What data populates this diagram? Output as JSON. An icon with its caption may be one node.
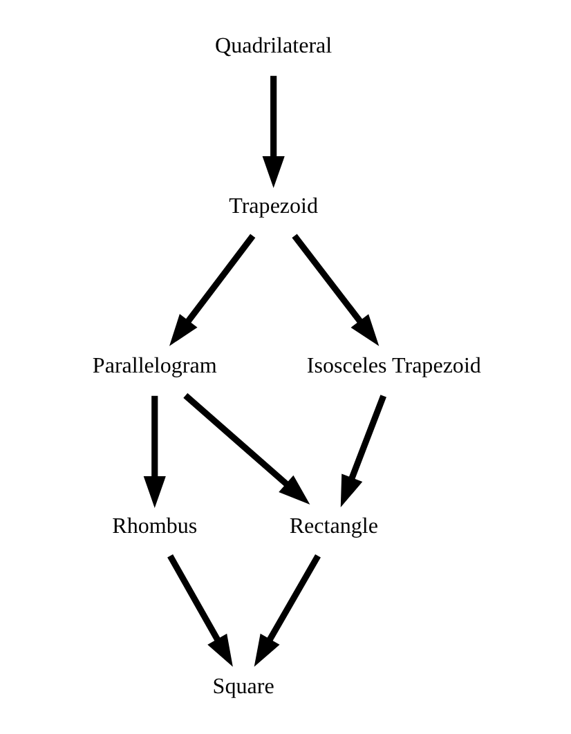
{
  "diagram": {
    "nodes": [
      {
        "text": [
          "Quadrilateral"
        ]
      },
      {
        "text": [
          "Trapezoid"
        ]
      },
      {
        "text": [
          "Parallelogram"
        ]
      },
      {
        "text": [
          "Isosceles Trapezoid"
        ]
      },
      {
        "text": [
          "Rhombus"
        ]
      },
      {
        "text": [
          "Rectangle"
        ]
      },
      {
        "text": [
          "Square"
        ]
      }
    ],
    "edges": [
      {
        "from": 0,
        "to": 1,
        "arrow": "to"
      },
      {
        "from": 1,
        "to": 2,
        "arrow": "to"
      },
      {
        "from": 1,
        "to": 3,
        "arrow": "to"
      },
      {
        "from": 2,
        "to": 4,
        "arrow": "to"
      },
      {
        "from": 2,
        "to": 5,
        "arrow": "to"
      },
      {
        "from": 3,
        "to": 5,
        "arrow": "to"
      },
      {
        "from": 4,
        "to": 6,
        "arrow": "to"
      },
      {
        "from": 5,
        "to": 6,
        "arrow": "to"
      }
    ]
  }
}
